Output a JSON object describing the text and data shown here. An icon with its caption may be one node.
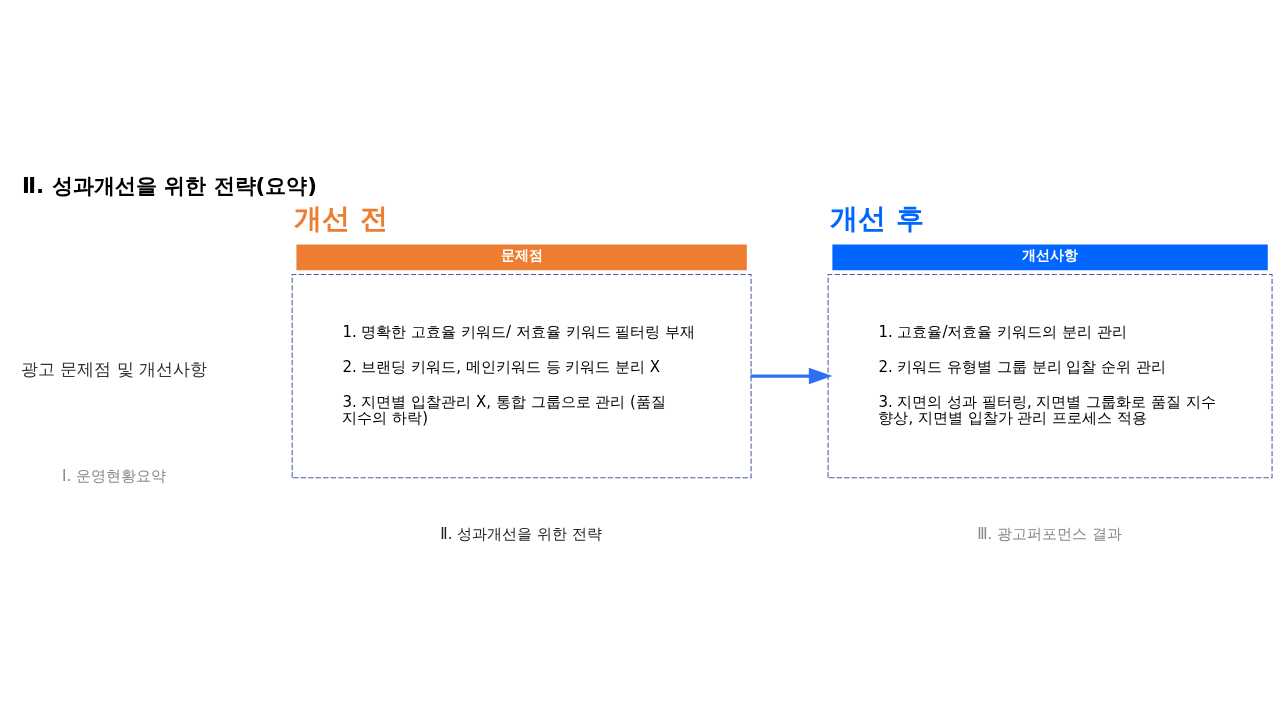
{
  "diagram": {
    "title": "Ⅱ. 성과개선을 위한 전략(요약)",
    "nodes": [
      {
        "text": [
          "개선 전",
          "문제점",
          "1. 명확한 고효율 키워드/ 저효율 키워드 필터링 부재",
          "2. 브랜딩 키워드, 메인키워드 등 키워드 분리 X",
          "3. 지면별 입찰관리 X, 통합 그룹으로 관리 (품질 지수의 하락)"
        ]
      },
      {
        "text": [
          "개선 후",
          "개선사항",
          "1. 고효율/저효율 키워드의 분리 관리",
          "2. 키워드 유형별 그룹 분리 입찰 순위 관리",
          "3. 지면의 성과 필터링, 지면별 그룹화로 품질 지수 향상, 지면별 입찰가 관리 프로세스 적용"
        ]
      }
    ],
    "edges": [
      {
        "from": 0,
        "to": 1,
        "arrow": "to"
      }
    ],
    "labels": [
      "광고 문제점 및 개선사항",
      "Ⅰ. 운영현황요약",
      "Ⅱ. 성과개선을 위한 전략",
      "Ⅲ. 광고퍼포먼스 결과"
    ]
  }
}
